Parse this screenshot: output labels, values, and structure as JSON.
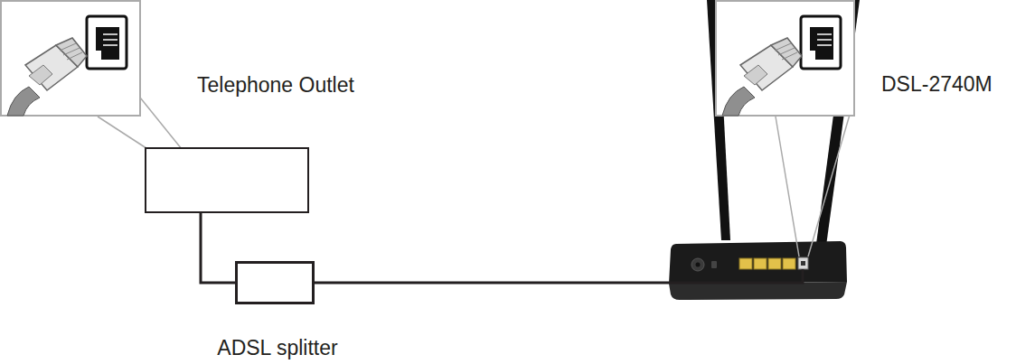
{
  "diagram": {
    "nodes": [
      {
        "text": [
          "Telephone Outlet"
        ]
      },
      {
        "text": [
          "ADSL splitter"
        ]
      },
      {
        "text": [
          "DSL-2740M"
        ]
      }
    ],
    "edges": [
      {
        "from": 0,
        "to": 1,
        "arrow": "none"
      },
      {
        "from": 1,
        "to": 2,
        "arrow": "none"
      }
    ]
  }
}
